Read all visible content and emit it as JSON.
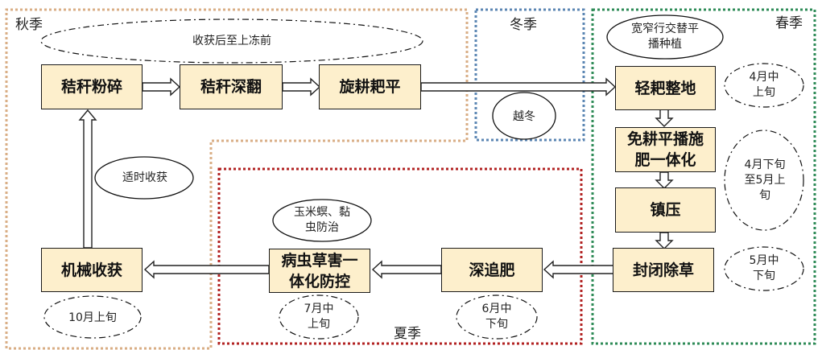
{
  "colors": {
    "autumn": "#d9ae85",
    "winter": "#5b86b3",
    "spring": "#2e8b57",
    "summer": "#b22222",
    "box_fill": "#fdefcc"
  },
  "seasons": {
    "autumn": "秋季",
    "winter": "冬季",
    "spring": "春季",
    "summer": "夏季"
  },
  "steps": {
    "straw_crush": "秸秆粉碎",
    "straw_plow": "秸秆深翻",
    "rotary_level": "旋耕耙平",
    "light_harrow": "轻耙整地",
    "notill_sow": "免耕平播施肥一体化",
    "compact": "镇压",
    "seal_weed": "封闭除草",
    "deep_fert": "深追肥",
    "pest_ctrl": "病虫草害一体化防控",
    "harvest": "机械收获"
  },
  "notes": {
    "after_harvest": "收获后至上冻前",
    "overwinter": "越冬",
    "wide_narrow": "宽窄行交替平播种植",
    "timely_harvest": "适时收获",
    "pest_targets": "玉米螟、黏虫防治"
  },
  "timing": {
    "apr_mid": "4月中上旬",
    "apr_late": "4月下旬至5月上旬",
    "may_mid": "5月中下旬",
    "jun_mid": "6月中下旬",
    "jul_mid": "7月中上旬",
    "oct_early": "10月上旬"
  }
}
